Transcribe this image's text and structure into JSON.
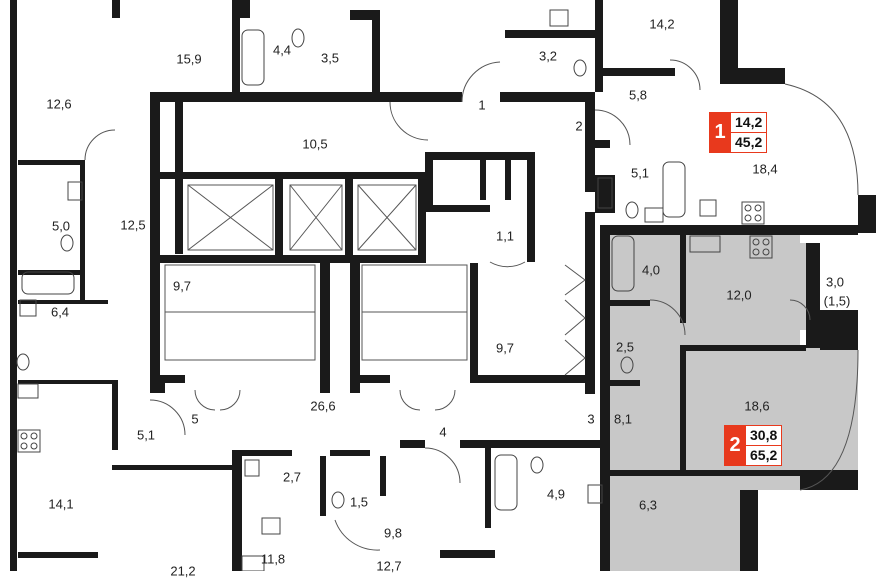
{
  "rooms": [
    {
      "id": "r1",
      "label": "14,2"
    },
    {
      "id": "r2",
      "label": "15,9"
    },
    {
      "id": "r3",
      "label": "12,6"
    },
    {
      "id": "r4",
      "label": "4,4"
    },
    {
      "id": "r5",
      "label": "3,5"
    },
    {
      "id": "r6",
      "label": "3,2"
    },
    {
      "id": "r7",
      "label": "5,8"
    },
    {
      "id": "r8",
      "label": "1"
    },
    {
      "id": "r9",
      "label": "2"
    },
    {
      "id": "r10",
      "label": "10,5"
    },
    {
      "id": "r11",
      "label": "5,1"
    },
    {
      "id": "r12",
      "label": "18,4"
    },
    {
      "id": "r13",
      "label": "5,0"
    },
    {
      "id": "r14",
      "label": "12,5"
    },
    {
      "id": "r15",
      "label": "1,1"
    },
    {
      "id": "r16",
      "label": "4,0"
    },
    {
      "id": "r17",
      "label": "12,0"
    },
    {
      "id": "r18",
      "label": "3,0"
    },
    {
      "id": "r19",
      "label": "(1,5)"
    },
    {
      "id": "r20",
      "label": "9,7"
    },
    {
      "id": "r21",
      "label": "6,4"
    },
    {
      "id": "r22",
      "label": "9,7"
    },
    {
      "id": "r23",
      "label": "2,5"
    },
    {
      "id": "r24",
      "label": "18,6"
    },
    {
      "id": "r25",
      "label": "5"
    },
    {
      "id": "r26",
      "label": "26,6"
    },
    {
      "id": "r27",
      "label": "3"
    },
    {
      "id": "r28",
      "label": "8,1"
    },
    {
      "id": "r29",
      "label": "5,1"
    },
    {
      "id": "r30",
      "label": "4"
    },
    {
      "id": "r31",
      "label": "2,7"
    },
    {
      "id": "r32",
      "label": "4,9"
    },
    {
      "id": "r33",
      "label": "14,1"
    },
    {
      "id": "r34",
      "label": "1,5"
    },
    {
      "id": "r35",
      "label": "6,3"
    },
    {
      "id": "r36",
      "label": "9,8"
    },
    {
      "id": "r37",
      "label": "11,8"
    },
    {
      "id": "r38",
      "label": "12,7"
    },
    {
      "id": "r39",
      "label": "21,2"
    }
  ],
  "apartments": [
    {
      "id": "apt1",
      "number": "1",
      "living_area": "14,2",
      "total_area": "45,2"
    },
    {
      "id": "apt2",
      "number": "2",
      "living_area": "30,8",
      "total_area": "65,2"
    }
  ],
  "colors": {
    "wall": "#1a1a1a",
    "highlight": "#c8c8c8",
    "badge": "#e8391d",
    "line": "#555555"
  }
}
